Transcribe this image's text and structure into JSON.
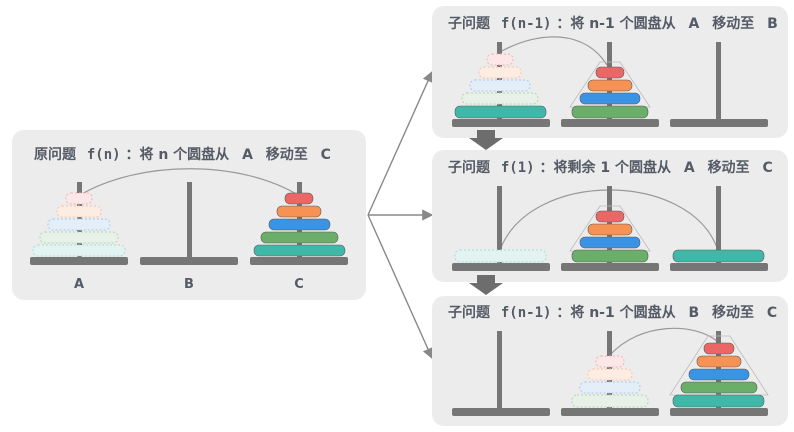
{
  "main_problem": {
    "title_prefix": "原问题",
    "title_func": "f(n)",
    "title_rest": "：将 n 个圆盘从",
    "from": "A",
    "mid": "移动至",
    "to": "C",
    "peg_labels": [
      "A",
      "B",
      "C"
    ]
  },
  "steps": [
    {
      "title_prefix": "子问题",
      "title_func": "f(n-1)",
      "title_rest": "：将 n-1 个圆盘从",
      "from": "A",
      "mid": "移动至",
      "to": "B"
    },
    {
      "title_prefix": "子问题",
      "title_func": "f(1)",
      "title_rest": "：将剩余 1 个圆盘从",
      "from": "A",
      "mid": "移动至",
      "to": "C"
    },
    {
      "title_prefix": "子问题",
      "title_func": "f(n-1)",
      "title_rest": "：将 n-1 个圆盘从",
      "from": "B",
      "mid": "移动至",
      "to": "C"
    }
  ],
  "colors": {
    "panel_bg": "#ececec",
    "peg": "#767676",
    "text": "#555b66",
    "arrow": "#888888",
    "disk_red": "#ec6666",
    "disk_orange": "#f59254",
    "disk_blue": "#3b93e3",
    "disk_green": "#6aae6a",
    "disk_teal": "#3fb8a8"
  }
}
